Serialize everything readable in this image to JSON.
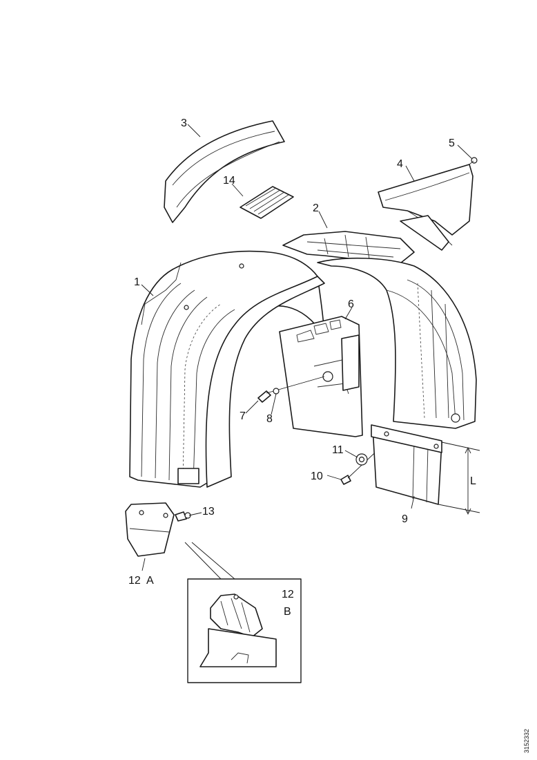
{
  "labels": {
    "p1": "1",
    "p2": "2",
    "p3": "3",
    "p4": "4",
    "p5": "5",
    "p6": "6",
    "p7": "7",
    "p8": "8",
    "p9": "9",
    "p10": "10",
    "p11": "11",
    "p12a_num": "12",
    "p12a_letter": "A",
    "p12b_num": "12",
    "p12b_letter": "B",
    "p13": "13",
    "p14": "14",
    "dim_L": "L"
  },
  "drawing_ref": "3152332"
}
